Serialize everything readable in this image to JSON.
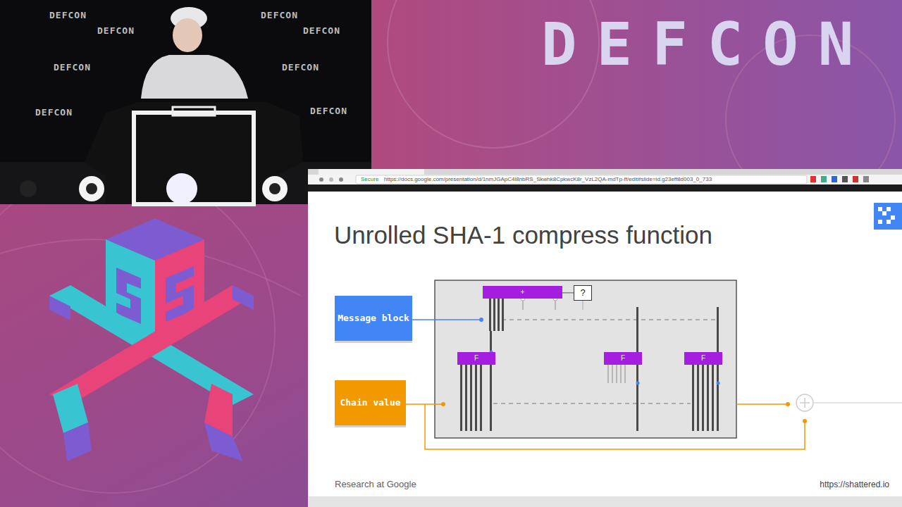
{
  "diagram": {
    "title": "Unrolled SHA-1 compress function",
    "nodes": [
      {
        "text": [
          "+"
        ]
      },
      {
        "text": [
          "?"
        ]
      },
      {
        "text": [
          "Message block"
        ]
      },
      {
        "text": [
          "F"
        ]
      },
      {
        "text": [
          "F"
        ]
      },
      {
        "text": [
          "F"
        ]
      },
      {
        "text": [
          "Chain value"
        ]
      }
    ],
    "edges": [
      {
        "from": 0,
        "to": 1,
        "arrow": "none"
      }
    ],
    "labels": [
      "DEFCON",
      "DEFCON",
      "DEFCON",
      "DEFCON",
      "DEFCON",
      "DEFCON",
      "DEFCON",
      "DEFCON",
      "DEFCON",
      "Secure",
      "https://docs.google.com/presentation/d/1nmJGApC4l8nbRS_Skwhk8CpkwcK8r_VzL2QA-mdTp-ff/edit#slide=id.g23eff8d003_0_733",
      "Research at Google",
      "https://shattered.io"
    ]
  }
}
